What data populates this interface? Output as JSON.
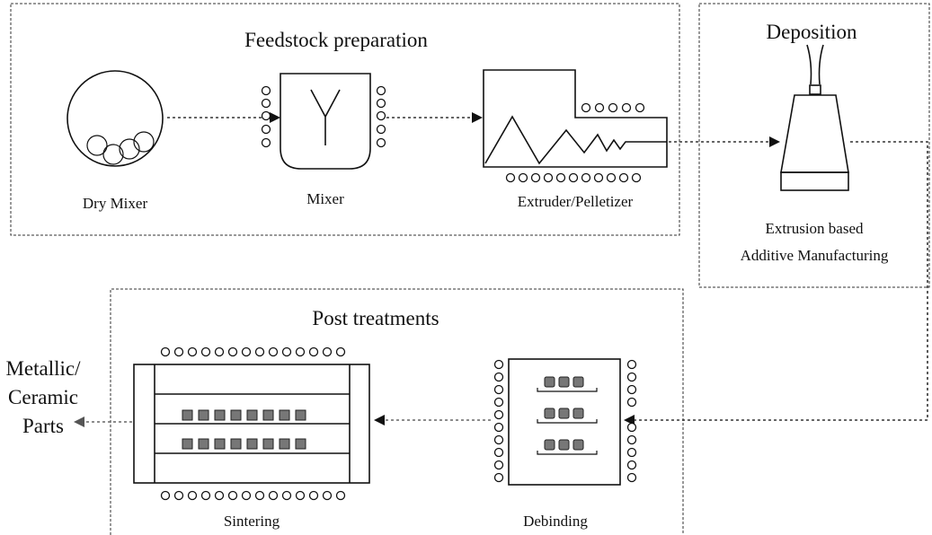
{
  "groups": {
    "feedstock": "Feedstock preparation",
    "deposition": "Deposition",
    "post": "Post treatments"
  },
  "components": {
    "dry_mixer": "Dry Mixer",
    "mixer": "Mixer",
    "extruder": "Extruder/Pelletizer",
    "am_line1": "Extrusion based",
    "am_line2": "Additive Manufacturing",
    "debinding": "Debinding",
    "sintering": "Sintering"
  },
  "output": {
    "line1": "Metallic/",
    "line2": "Ceramic",
    "line3": "Parts"
  }
}
